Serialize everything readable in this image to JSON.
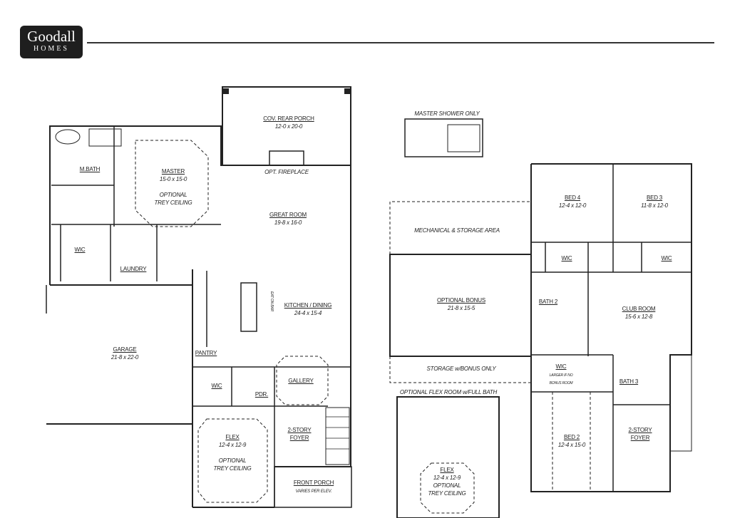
{
  "brand": {
    "name": "Goodall",
    "sub": "HOMES"
  },
  "first_floor": {
    "rear_porch": {
      "name": "COV. REAR PORCH",
      "size": "12-0 x 20-0"
    },
    "fireplace": "OPT. FIREPLACE",
    "master_bath": "M.BATH",
    "master": {
      "name": "MASTER",
      "size": "15-0 x 15-0",
      "note1": "OPTIONAL",
      "note2": "TREY CEILING"
    },
    "great_room": {
      "name": "GREAT ROOM",
      "size": "19-8 x 16-0"
    },
    "wic": "WIC",
    "laundry": "LAUNDRY",
    "kitchen": {
      "name": "KITCHEN / DINING",
      "size": "24-4 x 15-4",
      "bar": "EAT ON BAR"
    },
    "garage": {
      "name": "GARAGE",
      "size": "21-8 x 22-0"
    },
    "pantry": "PANTRY",
    "wic2": "WIC",
    "powder": "PDR.",
    "gallery": "GALLERY",
    "flex": {
      "name": "FLEX",
      "size": "12-4 x 12-9",
      "note1": "OPTIONAL",
      "note2": "TREY CEILING"
    },
    "foyer": {
      "line1": "2-STORY",
      "line2": "FOYER"
    },
    "front_porch": {
      "name": "FRONT PORCH",
      "note": "VARIES PER ELEV."
    }
  },
  "second_floor": {
    "master_shower": "MASTER SHOWER ONLY",
    "mechanical": "MECHANICAL & STORAGE AREA",
    "bed4": {
      "name": "BED 4",
      "size": "12-4 x 12-0"
    },
    "bed3": {
      "name": "BED 3",
      "size": "11-8 x 12-0"
    },
    "wic_a": "WIC",
    "wic_b": "WIC",
    "bonus": {
      "name": "OPTIONAL BONUS",
      "size": "21-8 x 15-5"
    },
    "bath2": "BATH 2",
    "club": {
      "name": "CLUB ROOM",
      "size": "15-6 x 12-8"
    },
    "storage": "STORAGE w/BONUS ONLY",
    "wic_c": {
      "name": "WIC",
      "note1": "LARGER IF NO",
      "note2": "BONUS ROOM"
    },
    "bath3": "BATH 3",
    "opt_flex_title": "OPTIONAL FLEX ROOM w/FULL BATH",
    "bed2": {
      "name": "BED 2",
      "size": "12-4 x 15-0"
    },
    "foyer": {
      "line1": "2-STORY",
      "line2": "FOYER"
    },
    "flex": {
      "name": "FLEX",
      "size": "12-4 x 12-9",
      "note1": "OPTIONAL",
      "note2": "TREY CEILING"
    }
  }
}
